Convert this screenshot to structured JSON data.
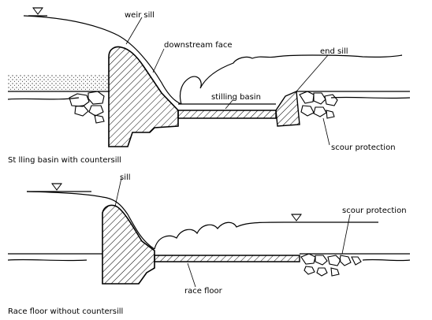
{
  "top": {
    "labels": {
      "weir_sill": "weir sill",
      "downstream_face": "downstream face",
      "end_sill": "end sill",
      "stilling_basin": "stilling basin",
      "scour_protection": "scour protection"
    },
    "caption": "St lling basin with countersill"
  },
  "bottom": {
    "labels": {
      "sill": "sill",
      "scour_protection": "scour protection",
      "race_floor": "race floor"
    },
    "caption": "Race floor without countersill"
  },
  "colors": {
    "ink": "#000000",
    "paper": "#ffffff"
  },
  "icons": [
    "water-level-triangle-icon",
    "hatch-pattern"
  ]
}
